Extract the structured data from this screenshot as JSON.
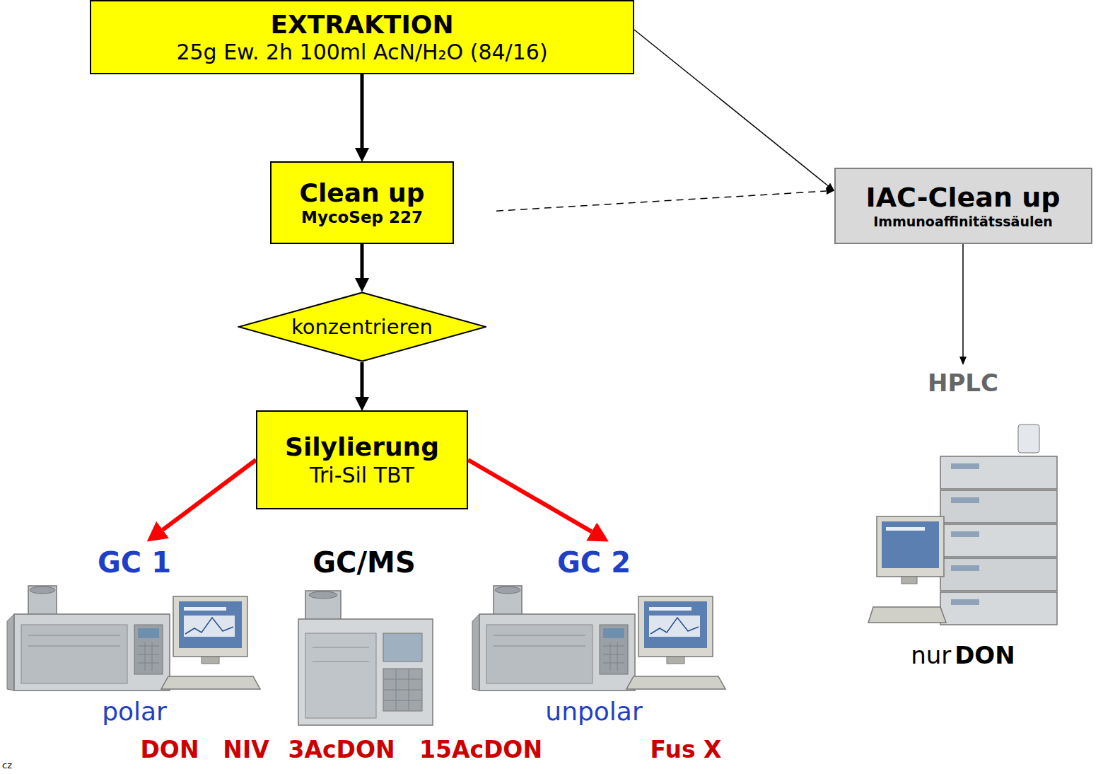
{
  "diagram": {
    "nodes": [
      {
        "text": [
          "EXTRAKTION",
          "25g Ew. 2h 100ml AcN/H₂O (84/16)"
        ]
      },
      {
        "text": [
          "Clean up",
          "MycoSep 227"
        ]
      },
      {
        "text": [
          "IAC-Clean up",
          "Immunoaffinitätssäulen"
        ]
      },
      {
        "text": [
          "konzentrieren"
        ]
      },
      {
        "text": [
          "HPLC",
          "nur",
          "DON"
        ]
      },
      {
        "text": [
          "Silylierung",
          "Tri-Sil TBT"
        ]
      },
      {
        "text": [
          "GC 1",
          "polar"
        ]
      },
      {
        "text": [
          "GC/MS"
        ]
      },
      {
        "text": [
          "GC 2",
          "unpolar"
        ]
      }
    ],
    "edges": [
      {
        "from": 0,
        "to": 1,
        "arrow": "to"
      },
      {
        "from": 0,
        "to": 2,
        "arrow": "to"
      },
      {
        "from": 1,
        "to": 2,
        "arrow": "to"
      },
      {
        "from": 1,
        "to": 3,
        "arrow": "to"
      },
      {
        "from": 2,
        "to": 4,
        "arrow": "to"
      },
      {
        "from": 3,
        "to": 5,
        "arrow": "to"
      },
      {
        "from": 5,
        "to": 6,
        "arrow": "to"
      },
      {
        "from": 5,
        "to": 8,
        "arrow": "to"
      }
    ],
    "labels": [
      "DON",
      "NIV",
      "3AcDON",
      "15AcDON",
      "Fus X",
      "cz"
    ]
  }
}
